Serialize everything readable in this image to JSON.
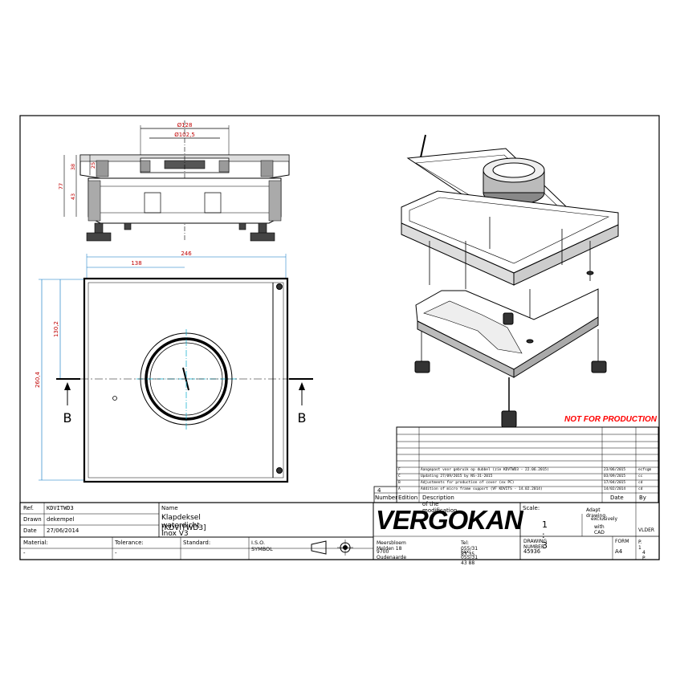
{
  "views": {
    "dims_top": {
      "d1": "Ø128",
      "d2": "Ø102,5"
    },
    "dims_side": {
      "h1": "38",
      "h2": "77",
      "h3": "43",
      "h4": "25"
    },
    "dims_plan": {
      "w_total": "246",
      "w_half": "138",
      "h_total": "260,4",
      "h_half": "130,2"
    },
    "section_marks": {
      "left": "B",
      "right": "B"
    }
  },
  "not_for_production": "NOT FOR PRODUCTION",
  "revisions": [
    {
      "rev": "F",
      "desc": "Aangepast voor gebruik op dubbel (zie KDVTWD3 - 22.06.2015)",
      "date": "23/06/2015",
      "by": "ecfsgm"
    },
    {
      "rev": "C",
      "desc": "Updating 27/09/2015 by NS-31-2015",
      "date": "03/09/2015",
      "by": "cc"
    },
    {
      "rev": "B",
      "desc": "Adjustments for production of cover (ex PC)",
      "date": "17/04/2015",
      "by": "cd"
    },
    {
      "rev": "A",
      "desc": "Addition of micro frame support (VF KDVITS - 14.02.2014)",
      "date": "14/02/2014",
      "by": "cd"
    }
  ],
  "revision_header": {
    "count": "4",
    "number": "Number",
    "edition": "Edition",
    "description": "Description of the modification",
    "date": "Date",
    "by": "By"
  },
  "title_block": {
    "ref_label": "Ref.",
    "ref_value": "KDVITWD3",
    "drawn_label": "Drawn",
    "drawn_value": "dekempel",
    "date_label": "Date",
    "date_value": "27/06/2014",
    "name_label": "Name",
    "name_line1": "Klapdeksel waterdicht Inox V3",
    "name_line2": "[KDVITWD3]",
    "material_label": "Material:",
    "material_value": "-",
    "tolerance_label": "Tolerance:",
    "tolerance_value": "-",
    "standard_label": "Standard:",
    "iso_label": "I.S.O. SYMBOL",
    "company": "VERGOKAN",
    "address1": "Meersbloem Melden 18",
    "address2": "9700 Oudenaarde",
    "tel": "Tel: 055/31 83 35",
    "fax": "Fax: 055/31 43 88",
    "scale_label": "Scale:",
    "scale_value": "1 : 3",
    "note": [
      "Adapt drawing",
      "exclusively",
      "with CAD"
    ],
    "drawing_number_label": "DRAWING NUMBER",
    "drawing_number": "45936",
    "form_label": "FORM",
    "form_value": "A4",
    "vlder": "VLDER",
    "p1": "P. 1",
    "p_total": "4 P."
  },
  "colors": {
    "dimension": "#c00000",
    "centerline": "#00aacc",
    "line": "#000000"
  }
}
